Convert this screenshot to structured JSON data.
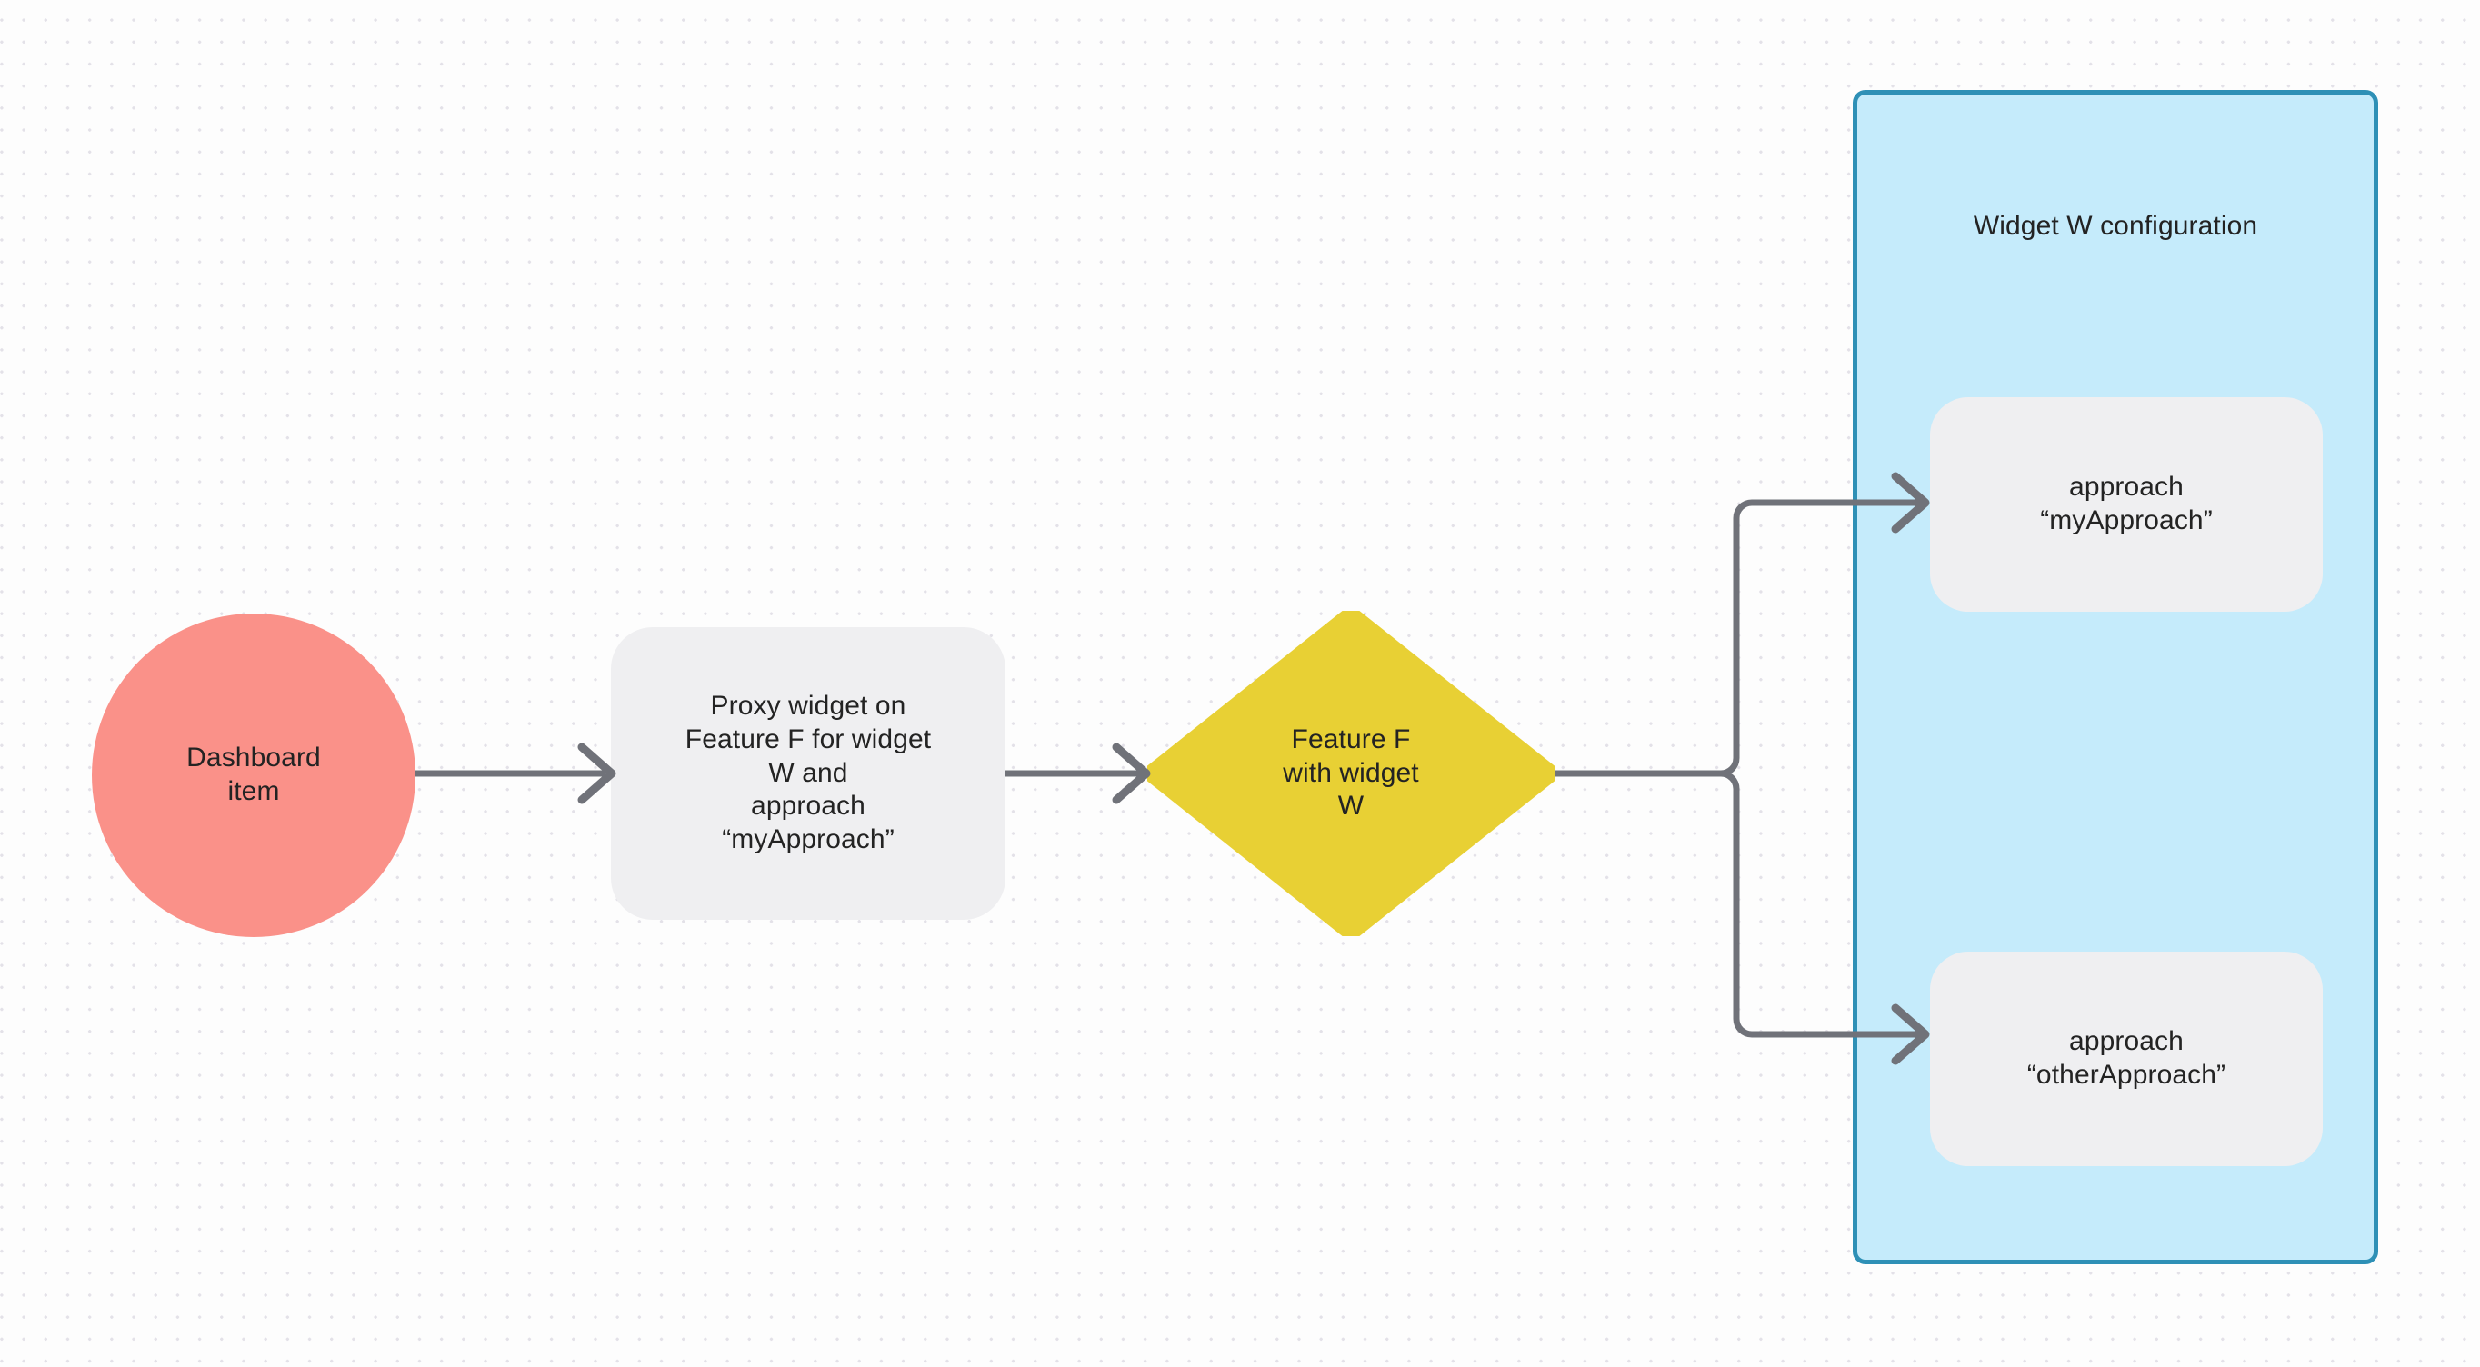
{
  "diagram": {
    "title_text": "Widget W configuration",
    "nodes": {
      "start": {
        "label": "Dashboard\nitem",
        "shape": "circle",
        "color": "#FA9189"
      },
      "proxy": {
        "label": "Proxy widget on\nFeature F for widget\nW and\napproach\n“myApproach”",
        "shape": "rounded-rect",
        "color": "#EFEFF1"
      },
      "feature": {
        "label": "Feature F\nwith widget\nW",
        "shape": "diamond",
        "color": "#E8D034"
      },
      "config": {
        "label": "Widget W configuration",
        "shape": "container",
        "fill": "#C5EBFB",
        "border": "#2E90B6"
      }
    },
    "approaches": [
      {
        "label": "approach\n“myApproach”",
        "color": "#EFEFF1"
      },
      {
        "label": "approach\n“otherApproach”",
        "color": "#EFEFF1"
      }
    ],
    "edges": [
      {
        "from": "start",
        "to": "proxy",
        "style": "straight-arrow"
      },
      {
        "from": "proxy",
        "to": "feature",
        "style": "straight-arrow"
      },
      {
        "from": "feature",
        "to": "approach-0",
        "style": "orthogonal-arrow"
      },
      {
        "from": "feature",
        "to": "approach-1",
        "style": "orthogonal-arrow"
      }
    ],
    "connector_color": "#707279",
    "background": {
      "color": "#fdfdfd",
      "dot_color": "#e3e1e8"
    }
  }
}
